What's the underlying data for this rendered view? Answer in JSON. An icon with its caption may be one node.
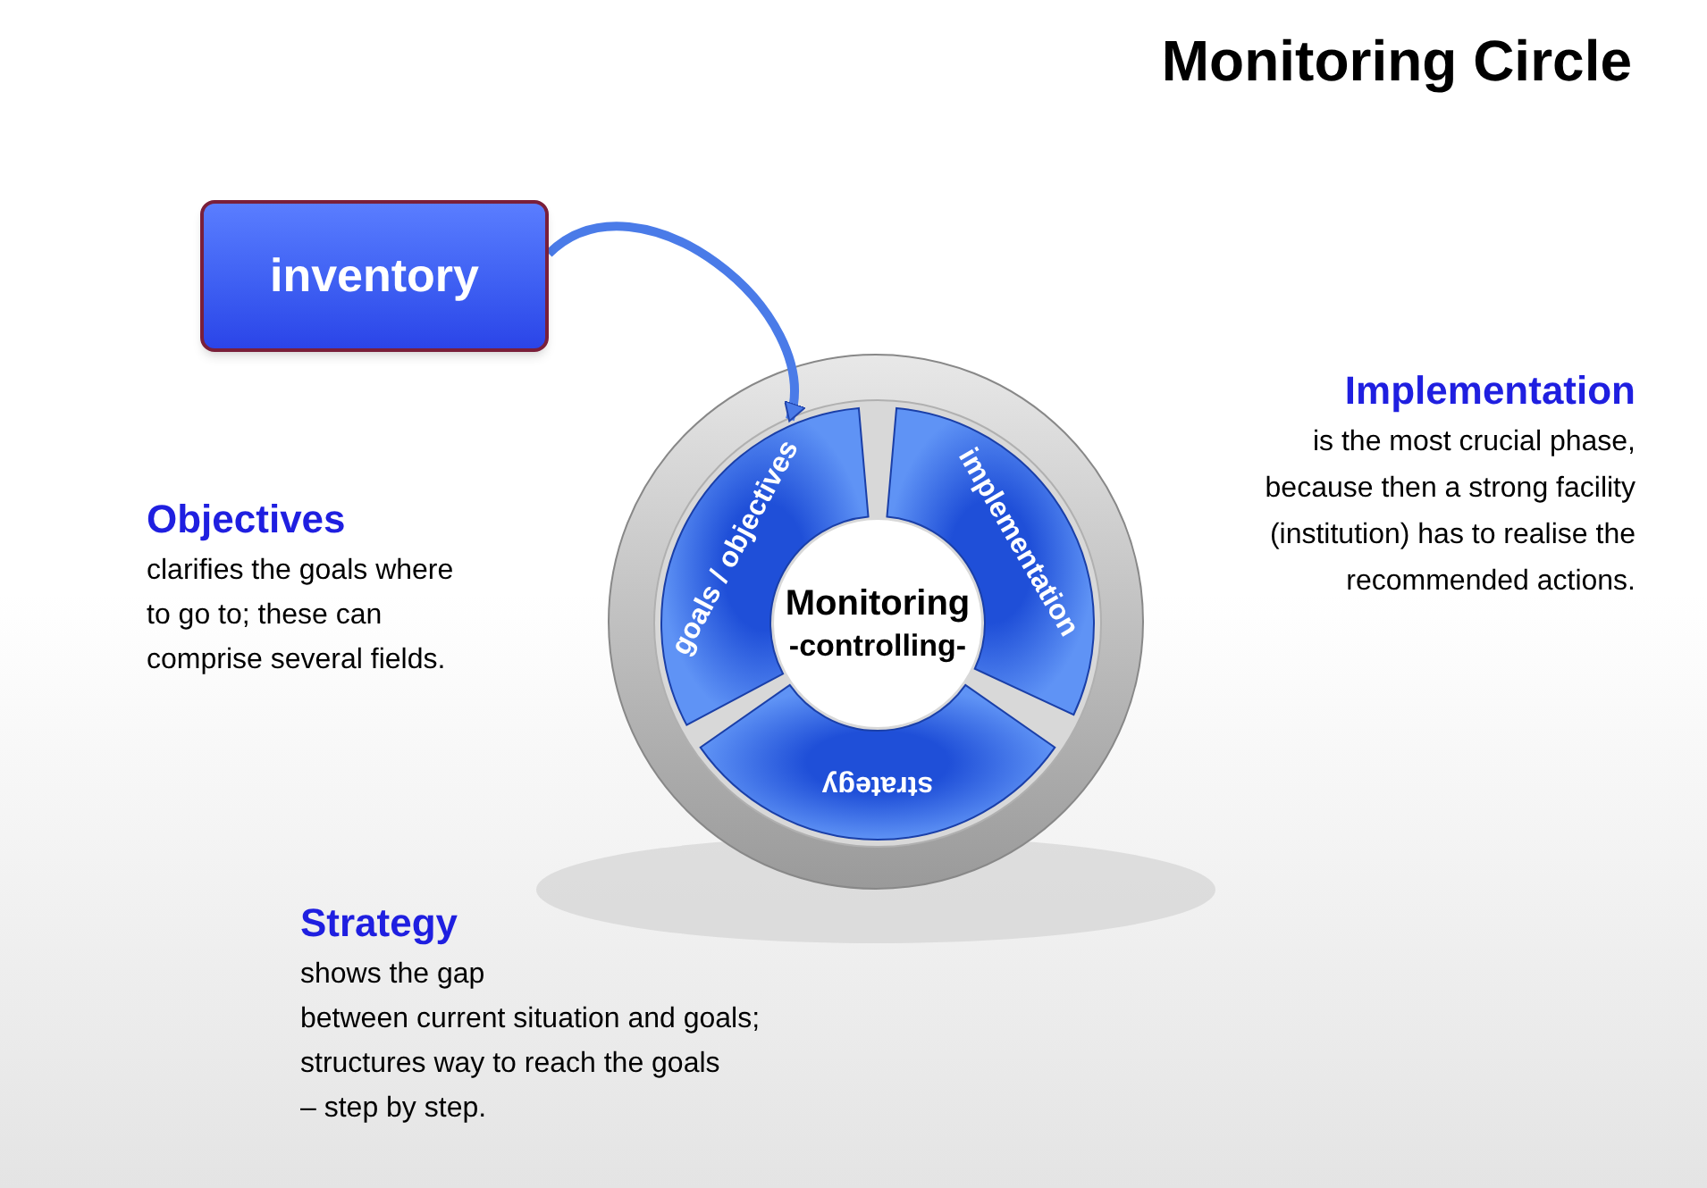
{
  "diagram": {
    "title": "Monitoring Circle",
    "nodes": [
      {
        "text": [
          "inventory"
        ]
      },
      {
        "text": [],
        "shape": "circle"
      },
      {
        "text": [
          "goals / objectives"
        ],
        "in": 1
      },
      {
        "text": [
          "implementation"
        ],
        "in": 1
      },
      {
        "text": [
          "strategy"
        ],
        "in": 1
      },
      {
        "text": [
          "Monitoring",
          "-controlling-"
        ],
        "in": 1
      }
    ],
    "edges": [
      {
        "from": 0,
        "to": 2,
        "arrow": "to"
      }
    ],
    "labels": [
      "Implementation",
      "is the most crucial phase, because then a strong facility (institution) has to realise the recommended actions.",
      "Objectives",
      "clarifies the goals where to go to; these can comprise several fields.",
      "Strategy",
      "shows the gap",
      "between current situation and goals;",
      "structures way to reach the goals",
      "– step by step."
    ]
  }
}
